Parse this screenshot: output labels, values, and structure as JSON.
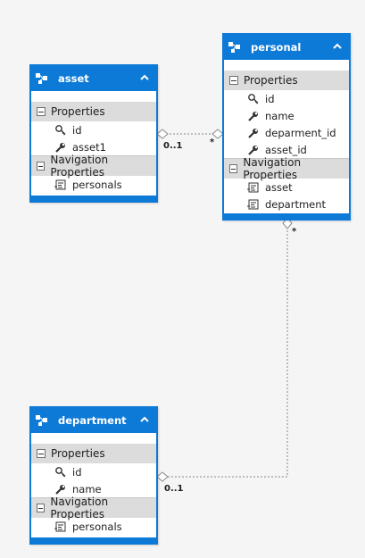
{
  "entities": {
    "asset": {
      "title": "asset",
      "properties_header": "Properties",
      "properties": [
        "id",
        "asset1"
      ],
      "nav_header": "Navigation Properties",
      "nav": [
        "personals"
      ]
    },
    "personal": {
      "title": "personal",
      "properties_header": "Properties",
      "properties": [
        "id",
        "name",
        "deparment_id",
        "asset_id"
      ],
      "nav_header": "Navigation Properties",
      "nav": [
        "asset",
        "department"
      ]
    },
    "department": {
      "title": "department",
      "properties_header": "Properties",
      "properties": [
        "id",
        "name"
      ],
      "nav_header": "Navigation Properties",
      "nav": [
        "personals"
      ]
    }
  },
  "associations": {
    "asset_personal": {
      "from_mult": "0..1",
      "to_mult": "*"
    },
    "department_personal": {
      "from_mult": "0..1",
      "to_mult": "*"
    }
  },
  "colors": {
    "header": "#0e7ad7",
    "section": "#dcdcdc",
    "canvas": "#f5f5f5"
  },
  "icons": {
    "entity": "entity-icon",
    "key": "key-icon",
    "property": "wrench-icon",
    "navigation": "nav-property-icon",
    "collapse": "chevron-up-icon"
  }
}
